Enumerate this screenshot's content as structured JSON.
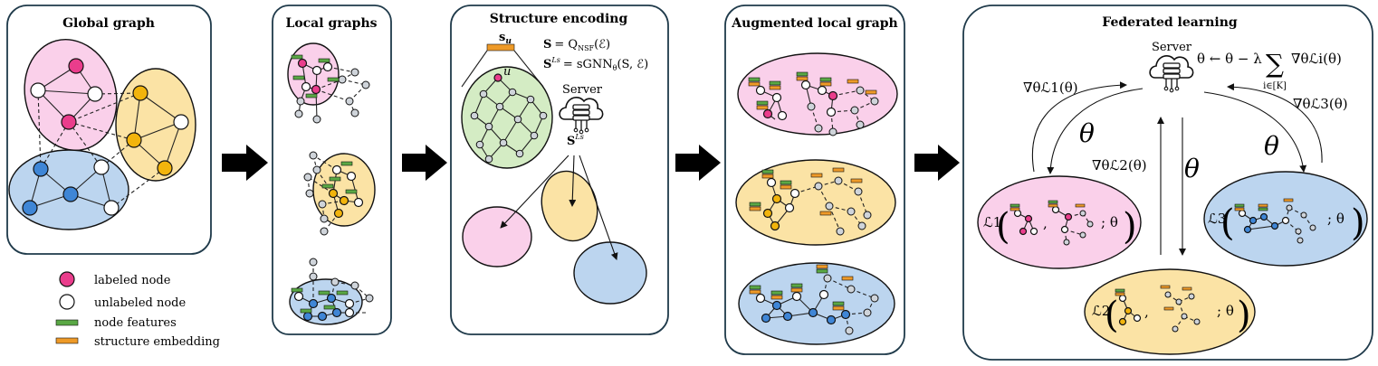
{
  "panels": {
    "global": {
      "title": "Global graph"
    },
    "local": {
      "title": "Local graphs"
    },
    "structure": {
      "title": "Structure encoding",
      "su_label": "s",
      "su_sub": "u",
      "u_label": "u",
      "eq1_lhs": "S",
      "eq1_rhs": "= Q",
      "eq1_sub": "NSF",
      "eq1_arg": "(ℰ)",
      "eq2_lhs": "S",
      "eq2_sup": "Ls",
      "eq2_rhs": "= sGNN",
      "eq2_sub": "θ",
      "eq2_arg": "(S, ℰ)",
      "server_label": "Server",
      "server_s": "S",
      "server_sup": "Ls"
    },
    "augmented": {
      "title": "Augmented local graph"
    },
    "federated": {
      "title": "Federated learning",
      "server_label": "Server",
      "update_rule": "θ ← θ − λ",
      "sum_symbol": "∑",
      "sum_index": "i∈[K]",
      "sum_term": "∇θℒi(θ)",
      "grad1": "∇θℒ1(θ)",
      "grad2": "∇θℒ2(θ)",
      "grad3": "∇θℒ3(θ)",
      "theta": "θ",
      "loss1": "ℒ1",
      "loss2": "ℒ2",
      "loss3": "ℒ3",
      "semi": "; θ",
      "comma": ","
    }
  },
  "legend": {
    "labeled": "labeled node",
    "unlabeled": "unlabeled node",
    "features": "node features",
    "structure": "structure embedding"
  },
  "colors": {
    "pink": "#fad0ea",
    "yellow": "#fbe3a5",
    "blue": "#bcd5ef",
    "green": "#d4ecc4",
    "magenta_node": "#ea3d8c",
    "yellow_node": "#f2b40c",
    "blue_node": "#3f86d6",
    "feature_green": "#5aa845",
    "embedding_orange": "#ee9a28"
  }
}
